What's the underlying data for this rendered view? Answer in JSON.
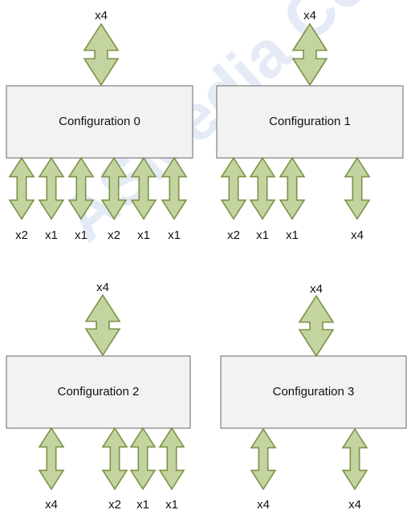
{
  "watermark": "ASMedia Confidential",
  "colors": {
    "arrow_fill": "#c4d4a0",
    "arrow_stroke": "#7b9245",
    "box_fill": "#f2f2f2",
    "box_stroke": "#7f7f7f",
    "watermark": "#d2ddf1"
  },
  "configurations": [
    {
      "title": "Configuration 0",
      "upstream": "x4",
      "downstream": [
        "x2",
        "x1",
        "x1",
        "x2",
        "x1",
        "x1"
      ]
    },
    {
      "title": "Configuration 1",
      "upstream": "x4",
      "downstream": [
        "x2",
        "x1",
        "x1",
        "x4"
      ]
    },
    {
      "title": "Configuration 2",
      "upstream": "x4",
      "downstream": [
        "x4",
        "x2",
        "x1",
        "x1"
      ]
    },
    {
      "title": "Configuration 3",
      "upstream": "x4",
      "downstream": [
        "x4",
        "x4"
      ]
    }
  ]
}
